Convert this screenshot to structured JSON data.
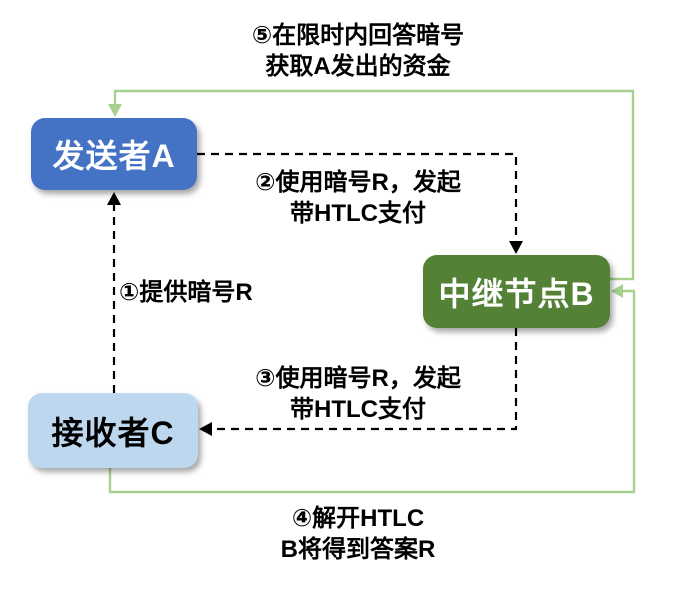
{
  "colors": {
    "sender_box": "#4472C4",
    "relay_box": "#538135",
    "receiver_box": "#BDD7EE",
    "connector_green": "#A9D18E",
    "dashed_line": "#000000"
  },
  "nodes": {
    "sender": {
      "label": "发送者A"
    },
    "relay": {
      "label": "中继节点B"
    },
    "receiver": {
      "label": "接收者C"
    }
  },
  "annotations": {
    "step1": {
      "line1": "①提供暗号R"
    },
    "step2": {
      "line1": "②使用暗号R，发起",
      "line2": "带HTLC支付"
    },
    "step3": {
      "line1": "③使用暗号R，发起",
      "line2": "带HTLC支付"
    },
    "step4": {
      "line1": "④解开HTLC",
      "line2": "B将得到答案R"
    },
    "step5": {
      "line1": "⑤在限时内回答暗号",
      "line2": "获取A发出的资金"
    }
  }
}
